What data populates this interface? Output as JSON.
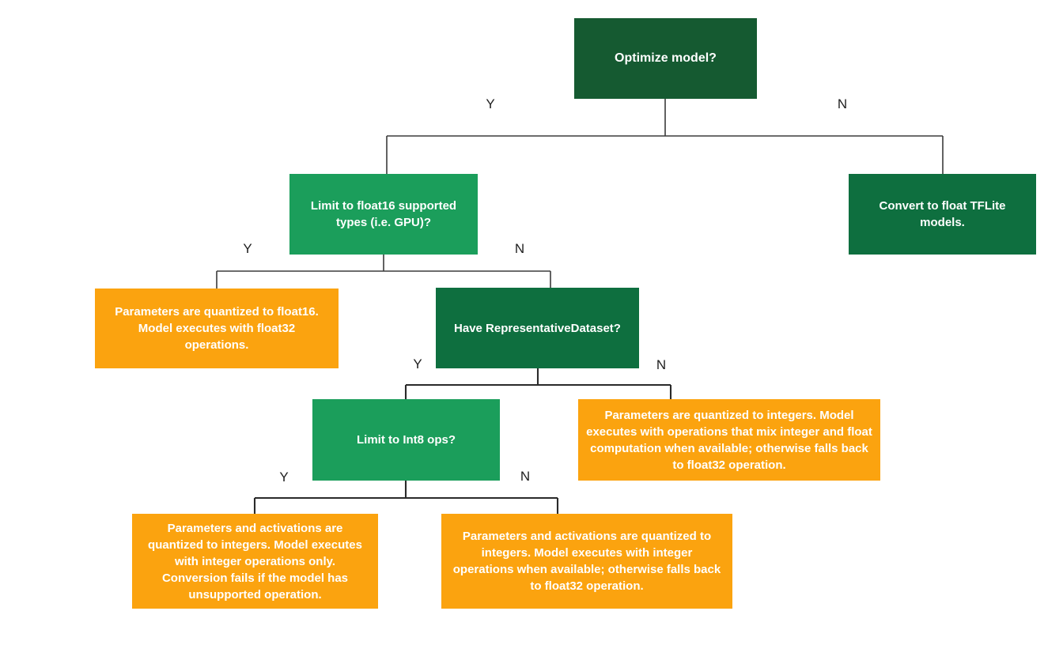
{
  "colors": {
    "darker_green": "#155a31",
    "dark_green": "#0e6f3f",
    "medium_green": "#1b9e5b",
    "orange": "#fba30f",
    "line": "#3b3b3b",
    "label_text": "#1f1f1f",
    "node_text": "#ffffff"
  },
  "nodes": {
    "root": {
      "label": "Optimize model?"
    },
    "float16_question": {
      "label": "Limit to float16 supported types (i.e. GPU)?"
    },
    "convert_float": {
      "label": "Convert to float TFLite models."
    },
    "float16_result": {
      "label": "Parameters are quantized to float16. Model executes with float32 operations."
    },
    "rep_dataset_question": {
      "label": "Have RepresentativeDataset?"
    },
    "int8_question": {
      "label": "Limit to Int8 ops?"
    },
    "mixed_ops_result": {
      "label": "Parameters are quantized to integers. Model executes with operations that mix integer and float computation when available; otherwise falls back to float32 operation."
    },
    "int8_only_result": {
      "label": "Parameters and activations are quantized to integers. Model executes with integer operations only. Conversion fails if the model has unsupported operation."
    },
    "int8_fallback_result": {
      "label": "Parameters and activations are quantized to integers. Model executes with integer operations when available; otherwise falls back to float32 operation."
    }
  },
  "edge_labels": {
    "root_y": "Y",
    "root_n": "N",
    "float16_y": "Y",
    "float16_n": "N",
    "rep_y": "Y",
    "rep_n": "N",
    "int8_y": "Y",
    "int8_n": "N"
  }
}
